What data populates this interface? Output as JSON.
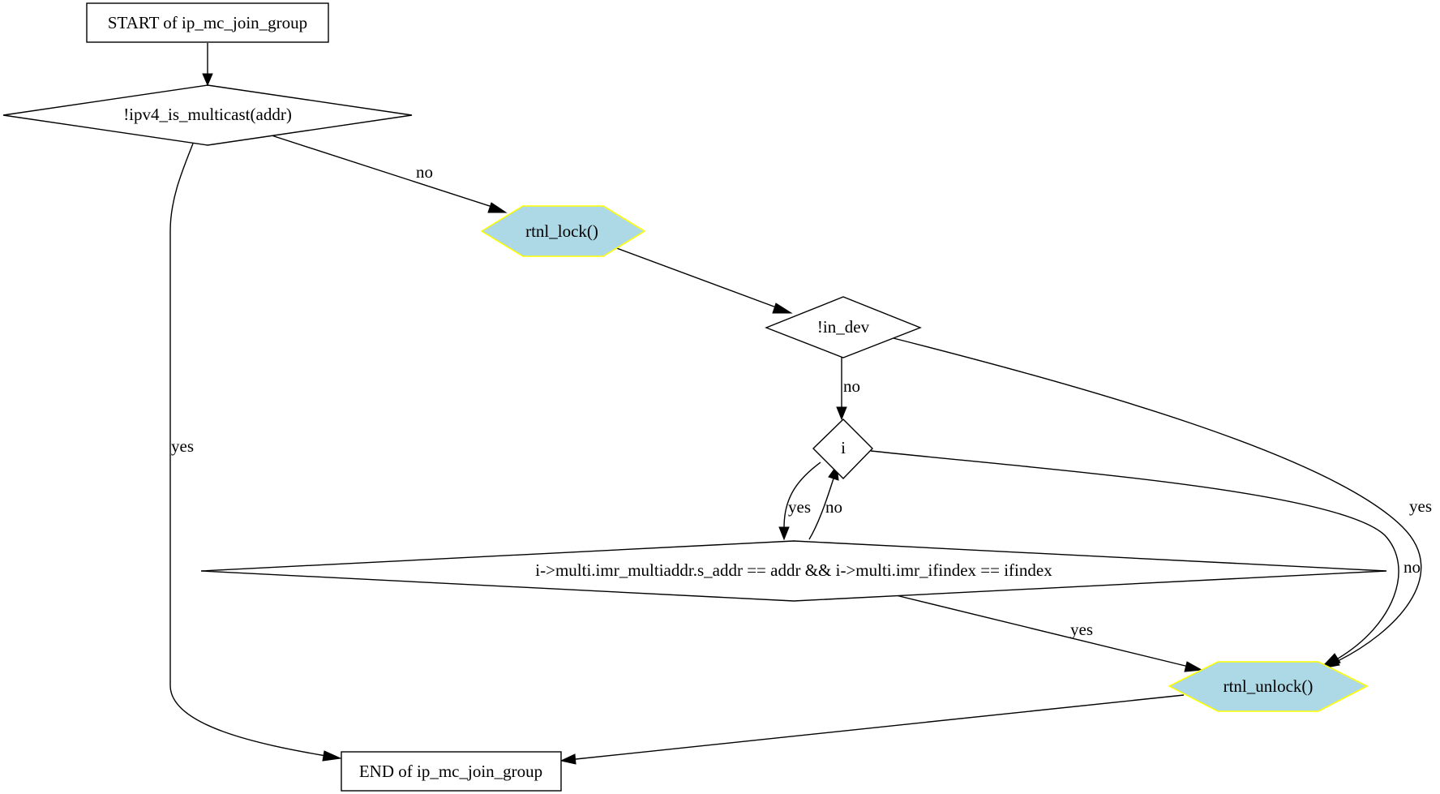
{
  "colors": {
    "background": "#ffffff",
    "stroke": "#000000",
    "call_fill": "#add8e6",
    "call_stroke": "#ffff00"
  },
  "nodes": {
    "start": {
      "label": "START of ip_mc_join_group",
      "shape": "box"
    },
    "cond_multicast": {
      "label": "!ipv4_is_multicast(addr)",
      "shape": "diamond"
    },
    "rtnl_lock": {
      "label": "rtnl_lock()",
      "shape": "hexagon"
    },
    "cond_in_dev": {
      "label": "!in_dev",
      "shape": "diamond"
    },
    "cond_i": {
      "label": "i",
      "shape": "diamond"
    },
    "cond_match": {
      "label": "i->multi.imr_multiaddr.s_addr == addr && i->multi.imr_ifindex == ifindex",
      "shape": "diamond"
    },
    "rtnl_unlock": {
      "label": "rtnl_unlock()",
      "shape": "hexagon"
    },
    "end": {
      "label": "END of ip_mc_join_group",
      "shape": "box"
    }
  },
  "edges": {
    "multicast_no": {
      "from": "cond_multicast",
      "to": "rtnl_lock",
      "label": "no"
    },
    "multicast_yes": {
      "from": "cond_multicast",
      "to": "end",
      "label": "yes"
    },
    "in_dev_no": {
      "from": "cond_in_dev",
      "to": "cond_i",
      "label": "no"
    },
    "in_dev_yes": {
      "from": "cond_in_dev",
      "to": "rtnl_unlock",
      "label": "yes"
    },
    "i_yes": {
      "from": "cond_i",
      "to": "cond_match",
      "label": "yes"
    },
    "i_no": {
      "from": "cond_i",
      "to": "rtnl_unlock",
      "label": "no"
    },
    "match_no": {
      "from": "cond_match",
      "to": "cond_i",
      "label": "no"
    },
    "match_yes": {
      "from": "cond_match",
      "to": "rtnl_unlock",
      "label": "yes"
    }
  }
}
